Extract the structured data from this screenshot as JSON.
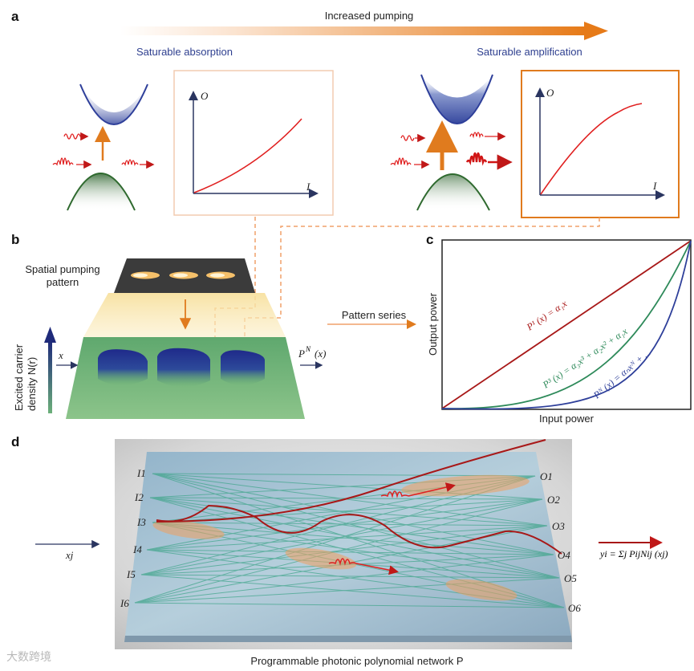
{
  "panel_a": {
    "letter": "a",
    "arrow_label": "Increased pumping",
    "left_label": "Saturable absorption",
    "right_label": "Saturable amplification",
    "left_plot": {
      "y_axis": "O",
      "x_axis": "I"
    },
    "right_plot": {
      "y_axis": "O",
      "x_axis": "I"
    }
  },
  "panel_b": {
    "letter": "b",
    "pump_label_line1": "Spatial pumping",
    "pump_label_line2": "pattern",
    "density_label_line1": "Excited carrier",
    "density_label_line2": "density N(r)",
    "x_label": "x",
    "output_label": "P",
    "output_sup": "N",
    "output_arg": "(x)",
    "series_label": "Pattern series"
  },
  "panel_c": {
    "letter": "c",
    "ylabel": "Output power",
    "xlabel": "Input power",
    "curve1": "P¹ (x) = α₁x",
    "curve2": "P³ (x) = α₃x³ + α₂x² + α₁x",
    "curveN": "Pᴺ (x) = αₙxᴺ + ..."
  },
  "panel_d": {
    "letter": "d",
    "inputs": [
      "I1",
      "I2",
      "I3",
      "I4",
      "I5",
      "I6"
    ],
    "outputs": [
      "O1",
      "O2",
      "O3",
      "O4",
      "O5",
      "O6"
    ],
    "input_label": "xj",
    "output_formula": "yi = Σj PijNij (xj)",
    "caption": "Programmable photonic polynomial network P"
  },
  "colors": {
    "orange": "#e07b1e",
    "orange_light": "#f2c8a8",
    "red": "#e02020",
    "dark_red": "#a81818",
    "green": "#3e8a5a",
    "blue": "#2e3f9a",
    "navy": "#1c2a7a"
  },
  "watermark": "大数跨境"
}
